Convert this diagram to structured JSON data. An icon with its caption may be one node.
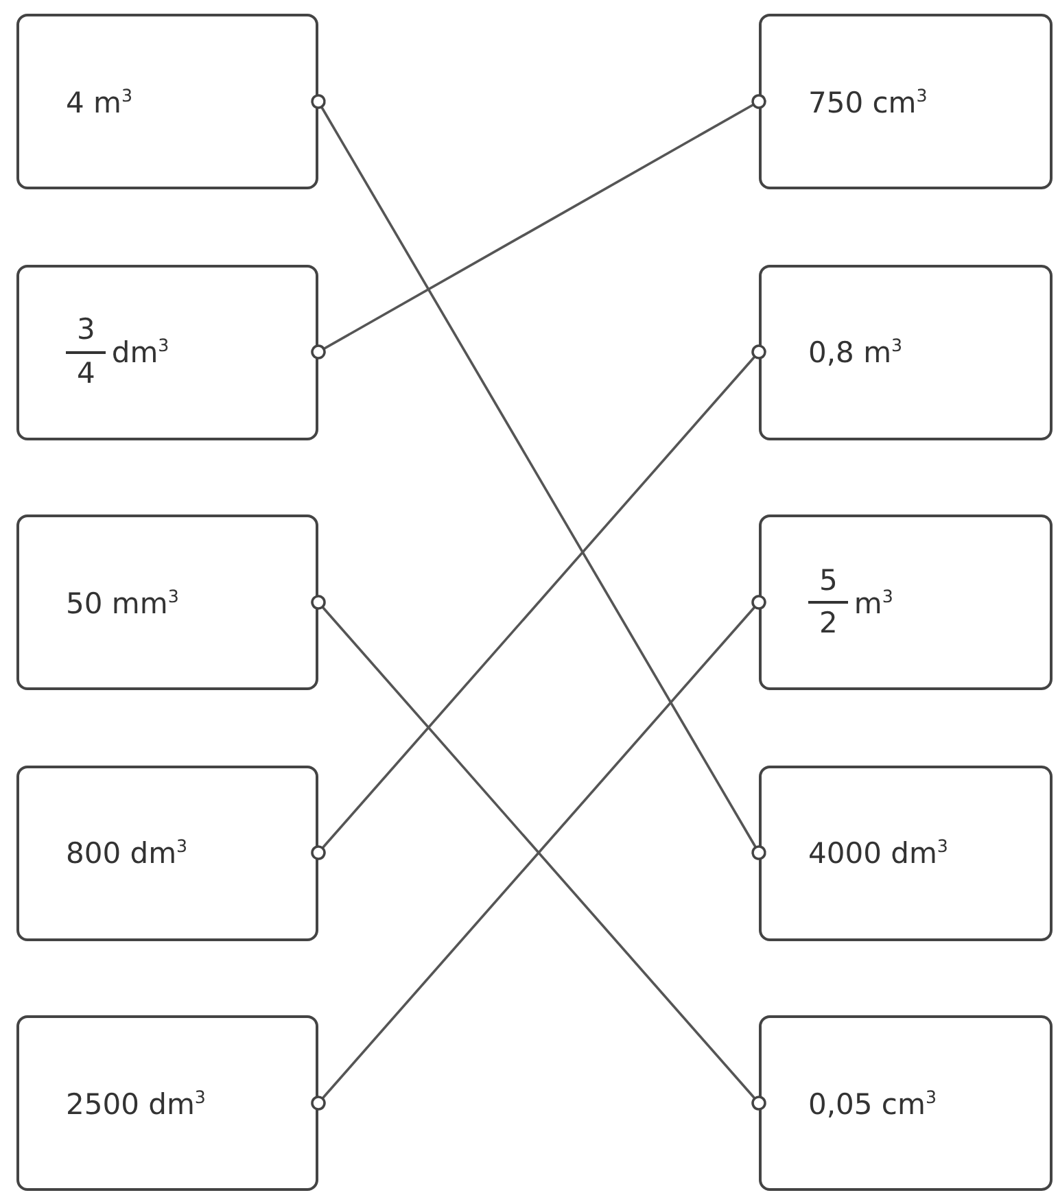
{
  "diagram": {
    "nodes": [
      {
        "text": [
          "4 m$^{3}$"
        ]
      },
      {
        "text": [
          "750 cm$^{3}$"
        ]
      },
      {
        "text": [
          "3",
          "4",
          "dm$^{3}$"
        ]
      },
      {
        "text": [
          "0,8 m$^{3}$"
        ]
      },
      {
        "text": [
          "50 mm$^{3}$"
        ]
      },
      {
        "text": [
          "5",
          "2",
          "m$^{3}$"
        ]
      },
      {
        "text": [
          "800 dm$^{3}$"
        ]
      },
      {
        "text": [
          "4000 dm$^{3}$"
        ]
      },
      {
        "text": [
          "2500 dm$^{3}$"
        ]
      },
      {
        "text": [
          "0,05 cm$^{3}$"
        ]
      }
    ],
    "edges": [
      {
        "from": 0,
        "to": 7,
        "arrow": "other"
      },
      {
        "from": 2,
        "to": 1,
        "arrow": "other"
      },
      {
        "from": 4,
        "to": 9,
        "arrow": "other"
      },
      {
        "from": 6,
        "to": 3,
        "arrow": "other"
      },
      {
        "from": 8,
        "to": 5,
        "arrow": "other"
      }
    ]
  }
}
